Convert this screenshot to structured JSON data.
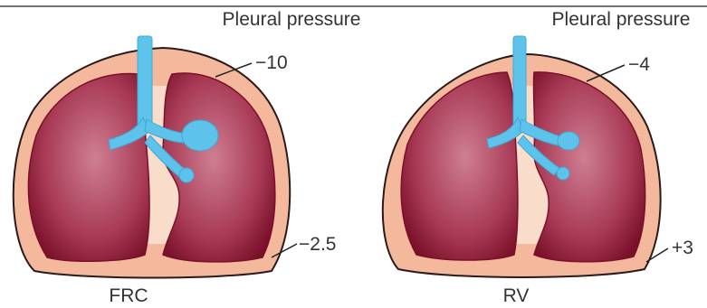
{
  "colors": {
    "pleura": "#f4b89c",
    "pleura_outline": "#2a1a1a",
    "lung_outer": "#8a1530",
    "lung_inner": "#c8697e",
    "mediastinum": "#f9dcc9",
    "airway": "#5ec3ea",
    "airway_dark": "#3fa8d6"
  },
  "icons": [
    "lung-frc-diagram",
    "lung-rv-diagram",
    "airway-tree-icon",
    "alveolus-icon"
  ],
  "frc": {
    "header": "Pleural pressure",
    "apex_pressure": "−10",
    "base_pressure": "−2.5",
    "label": "FRC"
  },
  "rv": {
    "header": "Pleural pressure",
    "apex_pressure": "−4",
    "base_pressure": "+3",
    "label": "RV"
  }
}
